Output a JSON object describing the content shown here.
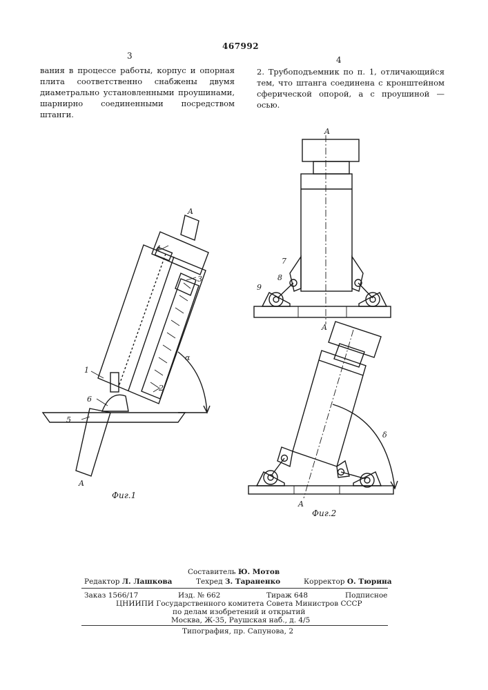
{
  "patent_number": "467992",
  "column_numbers": {
    "left": "3",
    "right": "4"
  },
  "left_column": [
    "вания в процессе работы, корпус и опорная плита соответственно снабжены двумя диаметрально установленными проушинами, шарнирно соединенными посредством штанги."
  ],
  "right_column": [
    "2. Трубоподъемник по п. 1, отличающийся тем, что штанга соединена с кронштейном сферической опорой, а с проушиной — осью."
  ],
  "figures": {
    "fig1": {
      "caption": "Фиг.1",
      "labels": [
        "A",
        "4",
        "3",
        "1",
        "2",
        "5",
        "6",
        "α",
        "A"
      ]
    },
    "fig2": {
      "caption": "Фиг.2",
      "labels": [
        "A",
        "7",
        "8",
        "9",
        "A",
        "δ",
        "A"
      ]
    }
  },
  "footer": {
    "compiler": {
      "label": "Составитель",
      "name": "Ю. Мотов"
    },
    "editor": {
      "label": "Редактор",
      "name": "Л. Лашкова"
    },
    "techred": {
      "label": "Техред",
      "name": "З. Тараненко"
    },
    "corrector": {
      "label": "Корректор",
      "name": "О. Тюрина"
    },
    "order": "Заказ 1566/17",
    "edition": "Изд. № 662",
    "print_run": "Тираж 648",
    "subscription": "Подписное",
    "org_line1": "ЦНИИПИ Государственного комитета Совета Министров СССР",
    "org_line2": "по делам изобретений и открытий",
    "org_line3": "Москва, Ж-35, Раушская наб., д. 4/5",
    "printing": "Типография, пр. Сапунова, 2"
  }
}
